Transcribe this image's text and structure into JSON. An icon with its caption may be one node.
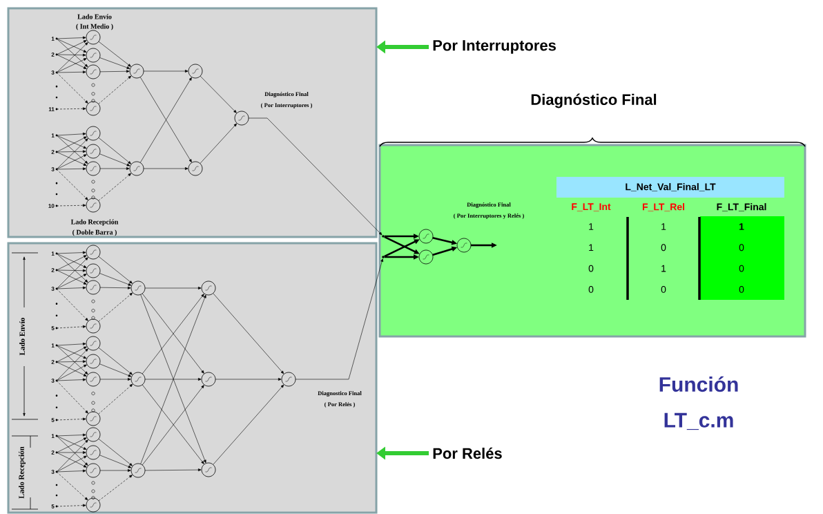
{
  "diagram": {
    "nodes": [
      {
        "text": [],
        "shape": "box"
      },
      {
        "text": [
          "1"
        ],
        "in": 0
      },
      {
        "text": [
          "2"
        ],
        "in": 0
      },
      {
        "text": [
          "3"
        ],
        "in": 0
      },
      {
        "text": [
          "11"
        ],
        "in": 0
      },
      {
        "text": [],
        "shape": "circle",
        "in": 0
      },
      {
        "text": [],
        "shape": "circle",
        "in": 0
      },
      {
        "text": [],
        "shape": "circle",
        "in": 0
      },
      {
        "text": [],
        "shape": "circle",
        "in": 0
      },
      {
        "text": [],
        "shape": "circle",
        "in": 0
      },
      {
        "text": [
          "1"
        ],
        "in": 0
      },
      {
        "text": [
          "2"
        ],
        "in": 0
      },
      {
        "text": [
          "3"
        ],
        "in": 0
      },
      {
        "text": [
          "10"
        ],
        "in": 0
      },
      {
        "text": [],
        "shape": "circle",
        "in": 0
      },
      {
        "text": [],
        "shape": "circle",
        "in": 0
      },
      {
        "text": [],
        "shape": "circle",
        "in": 0
      },
      {
        "text": [],
        "shape": "circle",
        "in": 0
      },
      {
        "text": [],
        "shape": "circle",
        "in": 0
      },
      {
        "text": [],
        "shape": "circle",
        "in": 0
      },
      {
        "text": [],
        "shape": "circle",
        "in": 0
      },
      {
        "text": [],
        "shape": "circle",
        "in": 0,
        "beside": [
          "Diagnóstico Final",
          "( Por Interruptores )"
        ]
      },
      {
        "text": [],
        "shape": "box"
      },
      {
        "text": [
          "1"
        ],
        "in": 22
      },
      {
        "text": [
          "2"
        ],
        "in": 22
      },
      {
        "text": [
          "3"
        ],
        "in": 22
      },
      {
        "text": [
          "5"
        ],
        "in": 22
      },
      {
        "text": [],
        "shape": "circle",
        "in": 22
      },
      {
        "text": [],
        "shape": "circle",
        "in": 22
      },
      {
        "text": [],
        "shape": "circle",
        "in": 22
      },
      {
        "text": [],
        "shape": "circle",
        "in": 22
      },
      {
        "text": [],
        "shape": "circle",
        "in": 22
      },
      {
        "text": [
          "1"
        ],
        "in": 22
      },
      {
        "text": [
          "2"
        ],
        "in": 22
      },
      {
        "text": [
          "3"
        ],
        "in": 22
      },
      {
        "text": [
          "5"
        ],
        "in": 22
      },
      {
        "text": [],
        "shape": "circle",
        "in": 22
      },
      {
        "text": [],
        "shape": "circle",
        "in": 22
      },
      {
        "text": [],
        "shape": "circle",
        "in": 22
      },
      {
        "text": [],
        "shape": "circle",
        "in": 22
      },
      {
        "text": [],
        "shape": "circle",
        "in": 22
      },
      {
        "text": [
          "1"
        ],
        "in": 22
      },
      {
        "text": [
          "2"
        ],
        "in": 22
      },
      {
        "text": [
          "3"
        ],
        "in": 22
      },
      {
        "text": [
          "5"
        ],
        "in": 22
      },
      {
        "text": [],
        "shape": "circle",
        "in": 22
      },
      {
        "text": [],
        "shape": "circle",
        "in": 22
      },
      {
        "text": [],
        "shape": "circle",
        "in": 22
      },
      {
        "text": [],
        "shape": "circle",
        "in": 22
      },
      {
        "text": [],
        "shape": "circle",
        "in": 22
      },
      {
        "text": [],
        "shape": "circle",
        "in": 22
      },
      {
        "text": [],
        "shape": "circle",
        "in": 22
      },
      {
        "text": [],
        "shape": "circle",
        "in": 22
      },
      {
        "text": [],
        "shape": "circle",
        "in": 22,
        "beside": [
          "Diagnostico Final",
          "( Por Relés )"
        ]
      },
      {
        "text": [],
        "shape": "box"
      },
      {
        "text": [],
        "shape": "circle",
        "in": 54
      },
      {
        "text": [],
        "shape": "circle",
        "in": 54
      },
      {
        "text": [],
        "shape": "circle",
        "in": 54
      },
      {
        "text": [],
        "shape": "circle",
        "in": 54
      },
      {
        "text": [],
        "shape": "circle",
        "in": 54,
        "beside": [
          "Diagnóstico Final",
          "( Por Interruptores y Relés )"
        ]
      },
      {
        "text": [
          "Por Interruptores"
        ]
      },
      {
        "text": [
          "Por Relés"
        ]
      }
    ],
    "edges": [
      {
        "from": 1,
        "to": 5,
        "arrow": "to"
      },
      {
        "from": 1,
        "to": 6,
        "arrow": "to"
      },
      {
        "from": 1,
        "to": 7,
        "arrow": "to"
      },
      {
        "from": 2,
        "to": 5,
        "arrow": "to"
      },
      {
        "from": 2,
        "to": 6,
        "arrow": "to"
      },
      {
        "from": 2,
        "to": 7,
        "arrow": "to"
      },
      {
        "from": 3,
        "to": 5,
        "arrow": "to"
      },
      {
        "from": 3,
        "to": 6,
        "arrow": "to"
      },
      {
        "from": 3,
        "to": 7,
        "arrow": "to"
      },
      {
        "from": 3,
        "to": 8,
        "arrow": "to",
        "style": "dashed"
      },
      {
        "from": 4,
        "to": 8,
        "arrow": "to",
        "style": "dashed"
      },
      {
        "from": 5,
        "to": 9,
        "arrow": "to"
      },
      {
        "from": 6,
        "to": 9,
        "arrow": "to"
      },
      {
        "from": 7,
        "to": 9,
        "arrow": "to"
      },
      {
        "from": 8,
        "to": 9,
        "arrow": "to",
        "style": "dashed"
      },
      {
        "from": 10,
        "to": 14,
        "arrow": "to"
      },
      {
        "from": 10,
        "to": 15,
        "arrow": "to"
      },
      {
        "from": 10,
        "to": 16,
        "arrow": "to"
      },
      {
        "from": 11,
        "to": 14,
        "arrow": "to"
      },
      {
        "from": 11,
        "to": 15,
        "arrow": "to"
      },
      {
        "from": 11,
        "to": 16,
        "arrow": "to"
      },
      {
        "from": 12,
        "to": 14,
        "arrow": "to"
      },
      {
        "from": 12,
        "to": 15,
        "arrow": "to"
      },
      {
        "from": 12,
        "to": 16,
        "arrow": "to"
      },
      {
        "from": 12,
        "to": 17,
        "arrow": "to",
        "style": "dashed"
      },
      {
        "from": 13,
        "to": 17,
        "arrow": "to",
        "style": "dashed"
      },
      {
        "from": 14,
        "to": 18,
        "arrow": "to"
      },
      {
        "from": 15,
        "to": 18,
        "arrow": "to"
      },
      {
        "from": 16,
        "to": 18,
        "arrow": "to"
      },
      {
        "from": 17,
        "to": 18,
        "arrow": "to",
        "style": "dashed"
      },
      {
        "from": 9,
        "to": 19,
        "arrow": "to"
      },
      {
        "from": 9,
        "to": 20,
        "arrow": "to"
      },
      {
        "from": 18,
        "to": 19,
        "arrow": "to"
      },
      {
        "from": 18,
        "to": 20,
        "arrow": "to"
      },
      {
        "from": 19,
        "to": 21,
        "arrow": "to"
      },
      {
        "from": 20,
        "to": 21,
        "arrow": "to"
      },
      {
        "from": 21,
        "to": 55,
        "arrow": "to"
      },
      {
        "from": 23,
        "to": 27,
        "arrow": "to"
      },
      {
        "from": 23,
        "to": 28,
        "arrow": "to"
      },
      {
        "from": 23,
        "to": 29,
        "arrow": "to"
      },
      {
        "from": 24,
        "to": 27,
        "arrow": "to"
      },
      {
        "from": 24,
        "to": 28,
        "arrow": "to"
      },
      {
        "from": 24,
        "to": 29,
        "arrow": "to"
      },
      {
        "from": 25,
        "to": 27,
        "arrow": "to"
      },
      {
        "from": 25,
        "to": 28,
        "arrow": "to"
      },
      {
        "from": 25,
        "to": 29,
        "arrow": "to"
      },
      {
        "from": 25,
        "to": 30,
        "arrow": "to",
        "style": "dashed"
      },
      {
        "from": 26,
        "to": 30,
        "arrow": "to",
        "style": "dashed"
      },
      {
        "from": 27,
        "to": 31,
        "arrow": "to"
      },
      {
        "from": 28,
        "to": 31,
        "arrow": "to"
      },
      {
        "from": 29,
        "to": 31,
        "arrow": "to"
      },
      {
        "from": 30,
        "to": 31,
        "arrow": "to",
        "style": "dashed"
      },
      {
        "from": 32,
        "to": 36,
        "arrow": "to"
      },
      {
        "from": 32,
        "to": 37,
        "arrow": "to"
      },
      {
        "from": 32,
        "to": 38,
        "arrow": "to"
      },
      {
        "from": 33,
        "to": 36,
        "arrow": "to"
      },
      {
        "from": 33,
        "to": 37,
        "arrow": "to"
      },
      {
        "from": 33,
        "to": 38,
        "arrow": "to"
      },
      {
        "from": 34,
        "to": 36,
        "arrow": "to"
      },
      {
        "from": 34,
        "to": 37,
        "arrow": "to"
      },
      {
        "from": 34,
        "to": 38,
        "arrow": "to"
      },
      {
        "from": 34,
        "to": 39,
        "arrow": "to",
        "style": "dashed"
      },
      {
        "from": 35,
        "to": 39,
        "arrow": "to",
        "style": "dashed"
      },
      {
        "from": 36,
        "to": 40,
        "arrow": "to"
      },
      {
        "from": 37,
        "to": 40,
        "arrow": "to"
      },
      {
        "from": 38,
        "to": 40,
        "arrow": "to"
      },
      {
        "from": 39,
        "to": 40,
        "arrow": "to",
        "style": "dashed"
      },
      {
        "from": 41,
        "to": 45,
        "arrow": "to"
      },
      {
        "from": 41,
        "to": 46,
        "arrow": "to"
      },
      {
        "from": 41,
        "to": 47,
        "arrow": "to"
      },
      {
        "from": 42,
        "to": 45,
        "arrow": "to"
      },
      {
        "from": 42,
        "to": 46,
        "arrow": "to"
      },
      {
        "from": 42,
        "to": 47,
        "arrow": "to"
      },
      {
        "from": 43,
        "to": 45,
        "arrow": "to"
      },
      {
        "from": 43,
        "to": 46,
        "arrow": "to"
      },
      {
        "from": 43,
        "to": 47,
        "arrow": "to"
      },
      {
        "from": 43,
        "to": 48,
        "arrow": "to",
        "style": "dashed"
      },
      {
        "from": 44,
        "to": 48,
        "arrow": "to",
        "style": "dashed"
      },
      {
        "from": 45,
        "to": 49,
        "arrow": "to"
      },
      {
        "from": 46,
        "to": 49,
        "arrow": "to"
      },
      {
        "from": 47,
        "to": 49,
        "arrow": "to"
      },
      {
        "from": 48,
        "to": 49,
        "arrow": "to",
        "style": "dashed"
      },
      {
        "from": 31,
        "to": 50,
        "arrow": "to"
      },
      {
        "from": 31,
        "to": 51,
        "arrow": "to"
      },
      {
        "from": 31,
        "to": 52,
        "arrow": "to"
      },
      {
        "from": 40,
        "to": 50,
        "arrow": "to"
      },
      {
        "from": 40,
        "to": 51,
        "arrow": "to"
      },
      {
        "from": 40,
        "to": 52,
        "arrow": "to"
      },
      {
        "from": 49,
        "to": 50,
        "arrow": "to"
      },
      {
        "from": 49,
        "to": 51,
        "arrow": "to"
      },
      {
        "from": 49,
        "to": 52,
        "arrow": "to"
      },
      {
        "from": 50,
        "to": 53,
        "arrow": "to"
      },
      {
        "from": 51,
        "to": 53,
        "arrow": "to"
      },
      {
        "from": 52,
        "to": 53,
        "arrow": "to"
      },
      {
        "from": 53,
        "to": 56,
        "arrow": "to"
      },
      {
        "from": 55,
        "to": 57,
        "arrow": "to",
        "style": "thick"
      },
      {
        "from": 55,
        "to": 58,
        "arrow": "to",
        "style": "thick"
      },
      {
        "from": 56,
        "to": 57,
        "arrow": "to",
        "style": "thick"
      },
      {
        "from": 56,
        "to": 58,
        "arrow": "to",
        "style": "thick"
      },
      {
        "from": 57,
        "to": 59,
        "arrow": "to",
        "style": "thick"
      },
      {
        "from": 58,
        "to": 59,
        "arrow": "to",
        "style": "thick"
      },
      {
        "from": 59,
        "to": null,
        "arrow": "to",
        "style": "thick"
      },
      {
        "from": 60,
        "to": 0,
        "arrow": "to",
        "style": "thick",
        "color": "#33cc33"
      },
      {
        "from": 61,
        "to": 22,
        "arrow": "to",
        "style": "thick",
        "color": "#33cc33"
      }
    ],
    "labels": [
      "Lado Envío",
      "( Int Medio )",
      "Lado Recepción",
      "( Doble Barra )",
      "Lado Envío",
      "Lado Recepción",
      "Diagnóstico Final",
      "L_Net_Val_Final_LT",
      "F_LT_Int",
      "F_LT_Rel",
      "F_LT_Final",
      "1",
      "1",
      "1",
      "1",
      "0",
      "0",
      "0",
      "1",
      "0",
      "0",
      "0",
      "0",
      "Función",
      "LT_c.m"
    ]
  }
}
